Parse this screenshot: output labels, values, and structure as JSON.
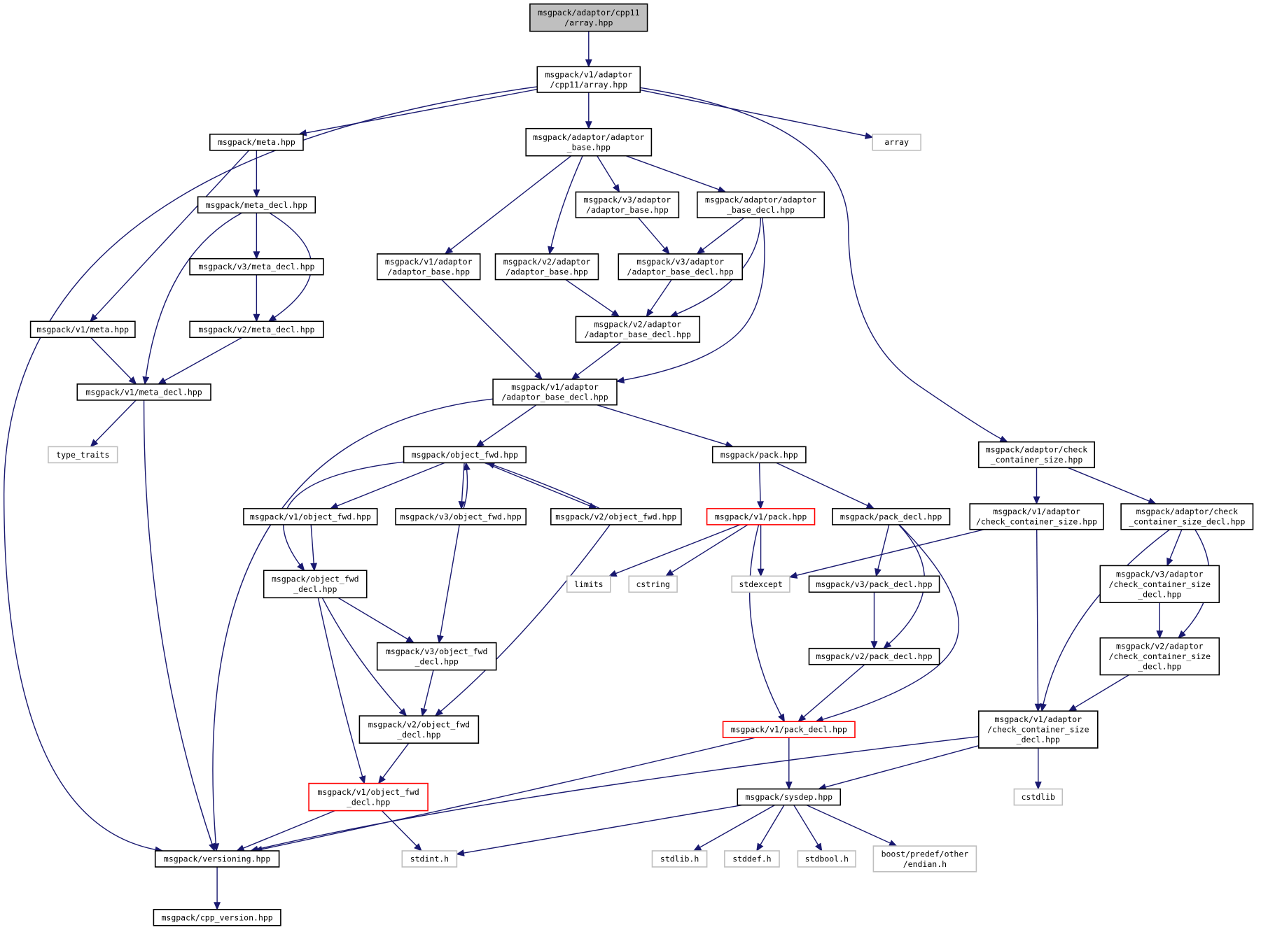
{
  "nodes": [
    {
      "id": "root",
      "lines": [
        "msgpack/adaptor/cpp11",
        "/array.hpp"
      ],
      "kind": "root"
    },
    {
      "id": "v1_array",
      "lines": [
        "msgpack/v1/adaptor",
        "/cpp11/array.hpp"
      ],
      "kind": "normal"
    },
    {
      "id": "meta",
      "lines": [
        "msgpack/meta.hpp"
      ],
      "kind": "normal"
    },
    {
      "id": "adaptor_base",
      "lines": [
        "msgpack/adaptor/adaptor",
        "_base.hpp"
      ],
      "kind": "normal"
    },
    {
      "id": "array",
      "lines": [
        "array"
      ],
      "kind": "system"
    },
    {
      "id": "meta_decl",
      "lines": [
        "msgpack/meta_decl.hpp"
      ],
      "kind": "normal"
    },
    {
      "id": "v3_adaptor_base",
      "lines": [
        "msgpack/v3/adaptor",
        "/adaptor_base.hpp"
      ],
      "kind": "normal"
    },
    {
      "id": "adaptor_base_decl",
      "lines": [
        "msgpack/adaptor/adaptor",
        "_base_decl.hpp"
      ],
      "kind": "normal"
    },
    {
      "id": "v3_meta_decl",
      "lines": [
        "msgpack/v3/meta_decl.hpp"
      ],
      "kind": "normal"
    },
    {
      "id": "v1_adaptor_base",
      "lines": [
        "msgpack/v1/adaptor",
        "/adaptor_base.hpp"
      ],
      "kind": "normal"
    },
    {
      "id": "v2_adaptor_base",
      "lines": [
        "msgpack/v2/adaptor",
        "/adaptor_base.hpp"
      ],
      "kind": "normal"
    },
    {
      "id": "v3_adaptor_base_decl",
      "lines": [
        "msgpack/v3/adaptor",
        "/adaptor_base_decl.hpp"
      ],
      "kind": "normal"
    },
    {
      "id": "v1_meta",
      "lines": [
        "msgpack/v1/meta.hpp"
      ],
      "kind": "normal"
    },
    {
      "id": "v2_meta_decl",
      "lines": [
        "msgpack/v2/meta_decl.hpp"
      ],
      "kind": "normal"
    },
    {
      "id": "v2_adaptor_base_decl",
      "lines": [
        "msgpack/v2/adaptor",
        "/adaptor_base_decl.hpp"
      ],
      "kind": "normal"
    },
    {
      "id": "v1_meta_decl",
      "lines": [
        "msgpack/v1/meta_decl.hpp"
      ],
      "kind": "normal"
    },
    {
      "id": "v1_adaptor_base_decl",
      "lines": [
        "msgpack/v1/adaptor",
        "/adaptor_base_decl.hpp"
      ],
      "kind": "normal"
    },
    {
      "id": "type_traits",
      "lines": [
        "type_traits"
      ],
      "kind": "system"
    },
    {
      "id": "object_fwd",
      "lines": [
        "msgpack/object_fwd.hpp"
      ],
      "kind": "normal"
    },
    {
      "id": "pack",
      "lines": [
        "msgpack/pack.hpp"
      ],
      "kind": "normal"
    },
    {
      "id": "check_container_size",
      "lines": [
        "msgpack/adaptor/check",
        "_container_size.hpp"
      ],
      "kind": "normal"
    },
    {
      "id": "v1_object_fwd",
      "lines": [
        "msgpack/v1/object_fwd.hpp"
      ],
      "kind": "normal"
    },
    {
      "id": "v3_object_fwd",
      "lines": [
        "msgpack/v3/object_fwd.hpp"
      ],
      "kind": "normal"
    },
    {
      "id": "v2_object_fwd",
      "lines": [
        "msgpack/v2/object_fwd.hpp"
      ],
      "kind": "normal"
    },
    {
      "id": "v1_pack",
      "lines": [
        "msgpack/v1/pack.hpp"
      ],
      "kind": "red"
    },
    {
      "id": "pack_decl",
      "lines": [
        "msgpack/pack_decl.hpp"
      ],
      "kind": "normal"
    },
    {
      "id": "v1_check_container_size",
      "lines": [
        "msgpack/v1/adaptor",
        "/check_container_size.hpp"
      ],
      "kind": "normal"
    },
    {
      "id": "check_container_size_decl",
      "lines": [
        "msgpack/adaptor/check",
        "_container_size_decl.hpp"
      ],
      "kind": "normal"
    },
    {
      "id": "object_fwd_decl",
      "lines": [
        "msgpack/object_fwd",
        "_decl.hpp"
      ],
      "kind": "normal"
    },
    {
      "id": "limits",
      "lines": [
        "limits"
      ],
      "kind": "system"
    },
    {
      "id": "cstring",
      "lines": [
        "cstring"
      ],
      "kind": "system"
    },
    {
      "id": "stdexcept",
      "lines": [
        "stdexcept"
      ],
      "kind": "system"
    },
    {
      "id": "v3_pack_decl",
      "lines": [
        "msgpack/v3/pack_decl.hpp"
      ],
      "kind": "normal"
    },
    {
      "id": "v3_check_container_size_decl",
      "lines": [
        "msgpack/v3/adaptor",
        "/check_container_size",
        "_decl.hpp"
      ],
      "kind": "normal"
    },
    {
      "id": "v3_object_fwd_decl",
      "lines": [
        "msgpack/v3/object_fwd",
        "_decl.hpp"
      ],
      "kind": "normal"
    },
    {
      "id": "v2_pack_decl",
      "lines": [
        "msgpack/v2/pack_decl.hpp"
      ],
      "kind": "normal"
    },
    {
      "id": "v2_check_container_size_decl",
      "lines": [
        "msgpack/v2/adaptor",
        "/check_container_size",
        "_decl.hpp"
      ],
      "kind": "normal"
    },
    {
      "id": "v2_object_fwd_decl",
      "lines": [
        "msgpack/v2/object_fwd",
        "_decl.hpp"
      ],
      "kind": "normal"
    },
    {
      "id": "v1_pack_decl",
      "lines": [
        "msgpack/v1/pack_decl.hpp"
      ],
      "kind": "red"
    },
    {
      "id": "v1_check_container_size_decl",
      "lines": [
        "msgpack/v1/adaptor",
        "/check_container_size",
        "_decl.hpp"
      ],
      "kind": "normal"
    },
    {
      "id": "v1_object_fwd_decl",
      "lines": [
        "msgpack/v1/object_fwd",
        "_decl.hpp"
      ],
      "kind": "red"
    },
    {
      "id": "sysdep",
      "lines": [
        "msgpack/sysdep.hpp"
      ],
      "kind": "normal"
    },
    {
      "id": "cstdlib",
      "lines": [
        "cstdlib"
      ],
      "kind": "system"
    },
    {
      "id": "versioning",
      "lines": [
        "msgpack/versioning.hpp"
      ],
      "kind": "normal"
    },
    {
      "id": "stdint",
      "lines": [
        "stdint.h"
      ],
      "kind": "system"
    },
    {
      "id": "stdlib",
      "lines": [
        "stdlib.h"
      ],
      "kind": "system"
    },
    {
      "id": "stddef",
      "lines": [
        "stddef.h"
      ],
      "kind": "system"
    },
    {
      "id": "stdbool",
      "lines": [
        "stdbool.h"
      ],
      "kind": "system"
    },
    {
      "id": "endian",
      "lines": [
        "boost/predef/other",
        "/endian.h"
      ],
      "kind": "system"
    },
    {
      "id": "cpp_version",
      "lines": [
        "msgpack/cpp_version.hpp"
      ],
      "kind": "normal"
    }
  ],
  "edges": [
    [
      "root",
      "v1_array"
    ],
    [
      "v1_array",
      "meta"
    ],
    [
      "v1_array",
      "adaptor_base"
    ],
    [
      "v1_array",
      "array"
    ],
    [
      "v1_array",
      "check_container_size"
    ],
    [
      "v1_array",
      "versioning"
    ],
    [
      "meta",
      "meta_decl"
    ],
    [
      "meta",
      "v1_meta"
    ],
    [
      "meta_decl",
      "v3_meta_decl"
    ],
    [
      "meta_decl",
      "v2_meta_decl"
    ],
    [
      "meta_decl",
      "v1_meta_decl"
    ],
    [
      "v3_meta_decl",
      "v2_meta_decl"
    ],
    [
      "v2_meta_decl",
      "v1_meta_decl"
    ],
    [
      "v1_meta",
      "v1_meta_decl"
    ],
    [
      "v1_meta_decl",
      "type_traits"
    ],
    [
      "v1_meta_decl",
      "versioning"
    ],
    [
      "adaptor_base",
      "v3_adaptor_base"
    ],
    [
      "adaptor_base",
      "adaptor_base_decl"
    ],
    [
      "adaptor_base",
      "v1_adaptor_base"
    ],
    [
      "adaptor_base",
      "v2_adaptor_base"
    ],
    [
      "v3_adaptor_base",
      "v3_adaptor_base_decl"
    ],
    [
      "adaptor_base_decl",
      "v3_adaptor_base_decl"
    ],
    [
      "adaptor_base_decl",
      "v2_adaptor_base_decl"
    ],
    [
      "adaptor_base_decl",
      "v1_adaptor_base_decl"
    ],
    [
      "v3_adaptor_base_decl",
      "v2_adaptor_base_decl"
    ],
    [
      "v2_adaptor_base",
      "v2_adaptor_base_decl"
    ],
    [
      "v2_adaptor_base_decl",
      "v1_adaptor_base_decl"
    ],
    [
      "v1_adaptor_base",
      "v1_adaptor_base_decl"
    ],
    [
      "v1_adaptor_base_decl",
      "object_fwd"
    ],
    [
      "v1_adaptor_base_decl",
      "pack"
    ],
    [
      "v1_adaptor_base_decl",
      "versioning"
    ],
    [
      "object_fwd",
      "v1_object_fwd"
    ],
    [
      "object_fwd",
      "v3_object_fwd"
    ],
    [
      "object_fwd",
      "v2_object_fwd"
    ],
    [
      "object_fwd",
      "object_fwd_decl"
    ],
    [
      "v3_object_fwd",
      "object_fwd"
    ],
    [
      "v2_object_fwd",
      "object_fwd"
    ],
    [
      "v1_object_fwd",
      "object_fwd_decl"
    ],
    [
      "v3_object_fwd",
      "v3_object_fwd_decl"
    ],
    [
      "v2_object_fwd",
      "v2_object_fwd_decl"
    ],
    [
      "object_fwd_decl",
      "v3_object_fwd_decl"
    ],
    [
      "object_fwd_decl",
      "v2_object_fwd_decl"
    ],
    [
      "object_fwd_decl",
      "v1_object_fwd_decl"
    ],
    [
      "v3_object_fwd_decl",
      "v2_object_fwd_decl"
    ],
    [
      "v2_object_fwd_decl",
      "v1_object_fwd_decl"
    ],
    [
      "v1_object_fwd_decl",
      "versioning"
    ],
    [
      "v1_object_fwd_decl",
      "stdint"
    ],
    [
      "pack",
      "v1_pack"
    ],
    [
      "pack",
      "pack_decl"
    ],
    [
      "v1_pack",
      "limits"
    ],
    [
      "v1_pack",
      "cstring"
    ],
    [
      "v1_pack",
      "stdexcept"
    ],
    [
      "v1_pack",
      "v1_pack_decl"
    ],
    [
      "pack_decl",
      "v3_pack_decl"
    ],
    [
      "pack_decl",
      "v2_pack_decl"
    ],
    [
      "pack_decl",
      "v1_pack_decl"
    ],
    [
      "v3_pack_decl",
      "v2_pack_decl"
    ],
    [
      "v2_pack_decl",
      "v1_pack_decl"
    ],
    [
      "v1_pack_decl",
      "sysdep"
    ],
    [
      "v1_pack_decl",
      "versioning"
    ],
    [
      "check_container_size",
      "v1_check_container_size"
    ],
    [
      "check_container_size",
      "check_container_size_decl"
    ],
    [
      "v1_check_container_size",
      "stdexcept"
    ],
    [
      "v1_check_container_size",
      "v1_check_container_size_decl"
    ],
    [
      "check_container_size_decl",
      "v3_check_container_size_decl"
    ],
    [
      "check_container_size_decl",
      "v2_check_container_size_decl"
    ],
    [
      "check_container_size_decl",
      "v1_check_container_size_decl"
    ],
    [
      "v3_check_container_size_decl",
      "v2_check_container_size_decl"
    ],
    [
      "v2_check_container_size_decl",
      "v1_check_container_size_decl"
    ],
    [
      "v1_check_container_size_decl",
      "sysdep"
    ],
    [
      "v1_check_container_size_decl",
      "cstdlib"
    ],
    [
      "v1_check_container_size_decl",
      "versioning"
    ],
    [
      "sysdep",
      "stdint"
    ],
    [
      "sysdep",
      "stdlib"
    ],
    [
      "sysdep",
      "stddef"
    ],
    [
      "sysdep",
      "stdbool"
    ],
    [
      "sysdep",
      "endian"
    ],
    [
      "versioning",
      "cpp_version"
    ]
  ]
}
